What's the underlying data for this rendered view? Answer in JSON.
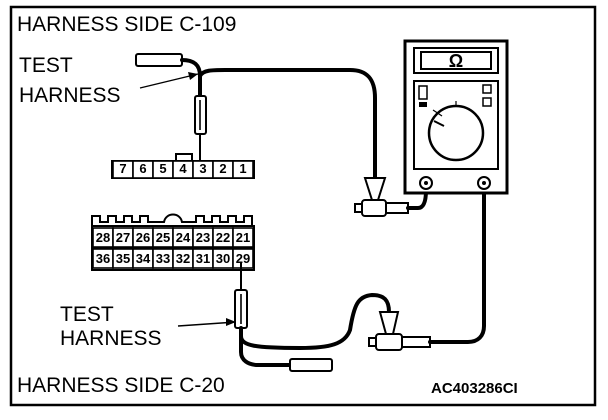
{
  "title_top": "HARNESS SIDE C-109",
  "test_harness_top": [
    "TEST",
    "HARNESS"
  ],
  "test_harness_bottom": [
    "TEST",
    "HARNESS"
  ],
  "title_bottom": "HARNESS SIDE C-20",
  "figure_code": "AC403286CI",
  "meter_symbol": "Ω",
  "connector_c109_pins": [
    "7",
    "6",
    "5",
    "4",
    "3",
    "2",
    "1"
  ],
  "connector_c20_row1": [
    "28",
    "27",
    "26",
    "25",
    "24",
    "23",
    "22",
    "21"
  ],
  "connector_c20_row2": [
    "36",
    "35",
    "34",
    "33",
    "32",
    "31",
    "30",
    "29"
  ]
}
